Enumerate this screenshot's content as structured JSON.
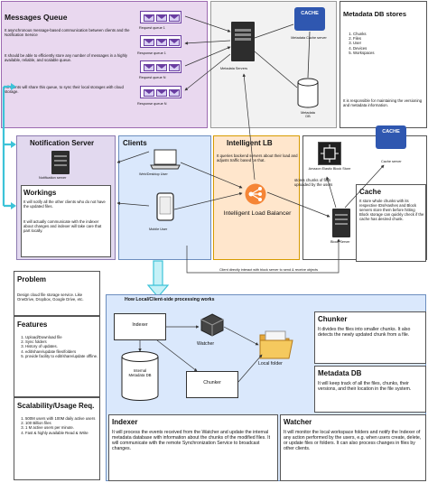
{
  "messages_queue": {
    "title": "Messages Queue",
    "p1": "It asynchronous message-based communication between clients and the Notification Service",
    "p2": "It should be able to efficiently store any number of messages in a highly available, reliable, and scalable queue.",
    "p3": "All clients will share this queue, to sync their local storages with cloud storage.",
    "q1": "Request queue 1",
    "q2": "Response queue 1",
    "q3": "Request queue N",
    "q4": "Response queue N"
  },
  "metadata_servers": {
    "servers_label": "Metadata Servers",
    "cache_label": "CACHE",
    "cache_server_label": "Metadata Cache server",
    "db_label": "Metadata DB"
  },
  "metadata_stores": {
    "title": "Metadata DB stores",
    "items": [
      "Chunks",
      "Files",
      "User",
      "Devices",
      "Workspaces"
    ],
    "note": "It is responsible for maintaining the versioning and metadata information."
  },
  "notification_server": {
    "title": "Notification Server",
    "icon_label": "Notification server",
    "workings_title": "Workings",
    "w1": "It will notify all the other clients who do not have the updated files.",
    "w2": "It will actually communicate with the indexer about changes and indexer will take care that part locally."
  },
  "clients": {
    "title": "Clients",
    "web_label": "Web/Desktop User",
    "mobile_label": "Mobile User"
  },
  "lb": {
    "title": "Intelligent LB",
    "desc": "It queries backend servers about their load and adjusts traffic based on that.",
    "label": "Intelligent Load Balancer"
  },
  "storage": {
    "ebs_label": "Amazon Elastic Block Store",
    "cache_label": "CACHE",
    "cache_server_label": "Cache server",
    "chunks_note": "stores chunks of files uploaded by the users",
    "cache_title": "Cache",
    "cache_desc": "It store whole chunks with its respective IDs/Hashes and Block servers store them before hitting Block storage can quickly check if the cache has desired chunk.",
    "block_label": "Block Server"
  },
  "client_note": "Client directly interact with block server to send & receive objects",
  "problem": {
    "title": "Problem",
    "desc": "Design cloud file storage service. Like OneDrive, Dropbox, Google Drive, etc."
  },
  "features": {
    "title": "Features",
    "items": [
      "Upload/Download file",
      "Sync folders",
      "History of updates.",
      "edit/share/update files/folders",
      "provide facility to edit/share/update offline."
    ]
  },
  "scalability": {
    "title": "Scalability/Usage Req.",
    "items": [
      "500M users with 100M daily active users",
      "100 Billion files",
      "1 M active users per minute.",
      "Fast & highly available Read & Write"
    ]
  },
  "processing": {
    "title": "How Local/Client-side processing works",
    "indexer": "Indexer",
    "watcher": "Watcher",
    "local_folder": "Local folder",
    "internal_db": "Internal Metadata DB",
    "chunker": "Chunker",
    "chunker_title": "Chunker",
    "chunker_desc": "It divides the files into smaller chunks. It also detects the newly updated chunk from a file.",
    "mdb_title": "Metadata DB",
    "mdb_desc": "It will keep track of all the files, chunks, their versions, and their location in the file system.",
    "indexer_title": "Indexer",
    "indexer_desc": "It will process the events received from the Watcher and update the internal metadata database with information about the chunks of the modified files. It will communicate with the remote Synchronization Service to broadcast changes.",
    "watcher_title": "Watcher",
    "watcher_desc": "It will monitor the local workspace folders and notify the Indexer of any action performed by the users, e.g. when users create, delete, or update files or folders. It can also process changes in files by other clients."
  }
}
